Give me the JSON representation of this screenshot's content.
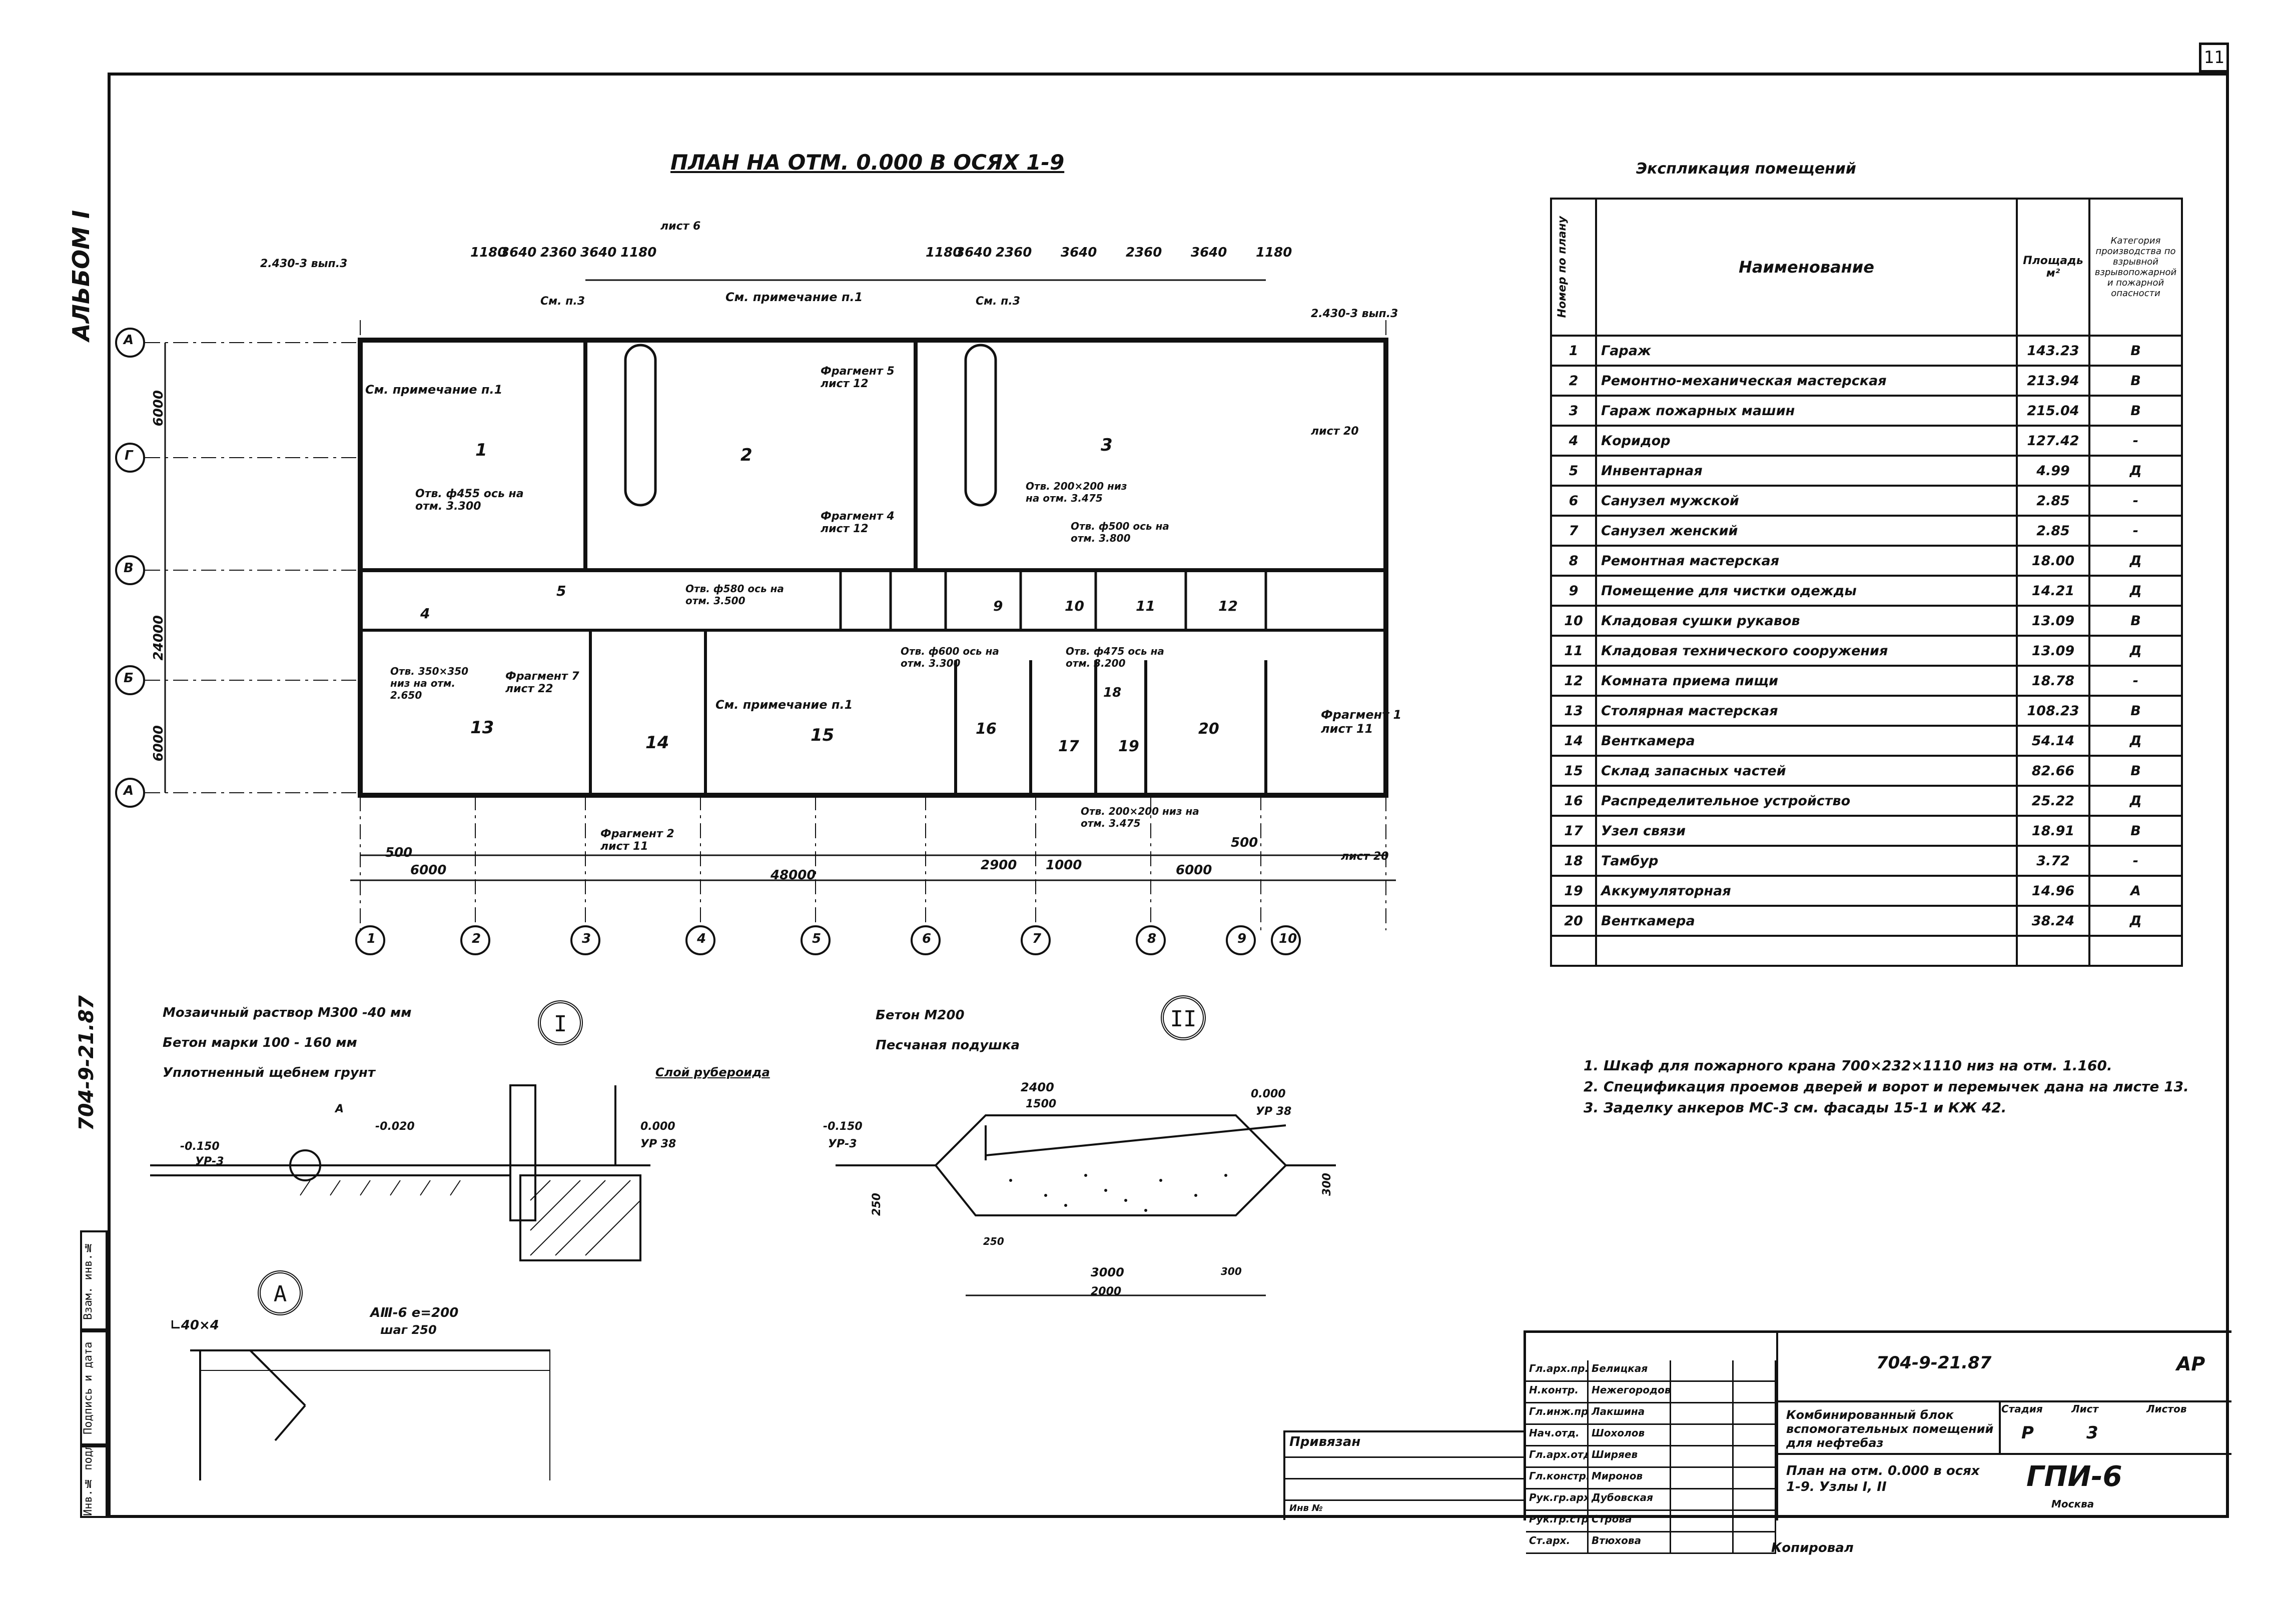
{
  "sheet": {
    "sheet_number": "11",
    "album_label": "АЛЬБОМ I",
    "doc_code_side": "704-9-21.87",
    "copied_label": "Копировал"
  },
  "sidebar_stamps": [
    "Инв.№ подл.",
    "Подпись и дата",
    "Взам. инв.№"
  ],
  "plan": {
    "title": "ПЛАН НА ОТМ. 0.000 В ОСЯХ 1-9",
    "axis_rows": [
      "А",
      "Г",
      "В",
      "Б",
      "А"
    ],
    "axis_cols": [
      "1",
      "2",
      "3",
      "4",
      "5",
      "6",
      "7",
      "8",
      "9",
      "10"
    ],
    "row_dims": [
      "6000",
      "24000",
      "6000"
    ],
    "total_width": "48000",
    "dims_bottom": [
      "6000",
      "2900",
      "1000",
      "6000",
      "500",
      "500"
    ],
    "dims_top": [
      "1180",
      "3640",
      "2360",
      "3640",
      "1180",
      "1180",
      "3640",
      "2360",
      "3640",
      "2360",
      "3640",
      "1180"
    ],
    "rooms": [
      {
        "n": "1"
      },
      {
        "n": "2"
      },
      {
        "n": "3"
      },
      {
        "n": "4"
      },
      {
        "n": "5"
      },
      {
        "n": "9"
      },
      {
        "n": "10"
      },
      {
        "n": "11"
      },
      {
        "n": "12"
      },
      {
        "n": "13"
      },
      {
        "n": "14"
      },
      {
        "n": "15"
      },
      {
        "n": "16"
      },
      {
        "n": "17"
      },
      {
        "n": "18"
      },
      {
        "n": "19"
      },
      {
        "n": "20"
      }
    ],
    "notes": {
      "see_note_1": "См. примечание п.1",
      "see_p3": "См. п.3",
      "hole_455": "Отв. ф455 ось на отм. 3.300",
      "hole_580": "Отв. ф580 ось на отм. 3.500",
      "hole_200": "Отв. 200×200 низ на отм. 3.475",
      "hole_500": "Отв. ф500 ось на отм. 3.800",
      "hole_350": "Отв. 350×350 низ на отм. 2.650",
      "hole_600": "Отв. ф600 ось на отм. 3.300",
      "hole_475": "Отв. ф475 ось на отм. 3.200",
      "hole_200b": "Отв. 200×200 низ на отм. 3.475",
      "ref_2430_1": "2.430-3 вып.3",
      "ref_2430_2": "2.430-3 вып.3",
      "fragment_1": "Фрагмент 1 лист 11",
      "fragment_2": "Фрагмент 2 лист 11",
      "fragment_5": "Фрагмент 5 лист 12",
      "fragment_4": "Фрагмент 4 лист 12",
      "fragment_7": "Фрагмент 7 лист 22",
      "sheet_6": "лист 6",
      "sheet_20": "лист 20"
    }
  },
  "explication": {
    "title": "Экспликация помещений",
    "headers": {
      "num": "Номер по плану",
      "name": "Наименование",
      "area": "Площадь м²",
      "cat": "Категория производства по взрывной взрывопожарной и пожарной опасности"
    },
    "rows": [
      {
        "num": "1",
        "name": "Гараж",
        "area": "143.23",
        "cat": "В"
      },
      {
        "num": "2",
        "name": "Ремонтно-механическая мастерская",
        "area": "213.94",
        "cat": "В"
      },
      {
        "num": "3",
        "name": "Гараж пожарных машин",
        "area": "215.04",
        "cat": "В"
      },
      {
        "num": "4",
        "name": "Коридор",
        "area": "127.42",
        "cat": "-"
      },
      {
        "num": "5",
        "name": "Инвентарная",
        "area": "4.99",
        "cat": "Д"
      },
      {
        "num": "6",
        "name": "Санузел мужской",
        "area": "2.85",
        "cat": "-"
      },
      {
        "num": "7",
        "name": "Санузел женский",
        "area": "2.85",
        "cat": "-"
      },
      {
        "num": "8",
        "name": "Ремонтная мастерская",
        "area": "18.00",
        "cat": "Д"
      },
      {
        "num": "9",
        "name": "Помещение для чистки одежды",
        "area": "14.21",
        "cat": "Д"
      },
      {
        "num": "10",
        "name": "Кладовая сушки рукавов",
        "area": "13.09",
        "cat": "В"
      },
      {
        "num": "11",
        "name": "Кладовая технического сооружения",
        "area": "13.09",
        "cat": "Д"
      },
      {
        "num": "12",
        "name": "Комната приема пищи",
        "area": "18.78",
        "cat": "-"
      },
      {
        "num": "13",
        "name": "Столярная мастерская",
        "area": "108.23",
        "cat": "В"
      },
      {
        "num": "14",
        "name": "Венткамера",
        "area": "54.14",
        "cat": "Д"
      },
      {
        "num": "15",
        "name": "Склад запасных частей",
        "area": "82.66",
        "cat": "В"
      },
      {
        "num": "16",
        "name": "Распределительное устройство",
        "area": "25.22",
        "cat": "Д"
      },
      {
        "num": "17",
        "name": "Узел связи",
        "area": "18.91",
        "cat": "В"
      },
      {
        "num": "18",
        "name": "Тамбур",
        "area": "3.72",
        "cat": "-"
      },
      {
        "num": "19",
        "name": "Аккумуляторная",
        "area": "14.96",
        "cat": "А"
      },
      {
        "num": "20",
        "name": "Венткамера",
        "area": "38.24",
        "cat": "Д"
      },
      {
        "num": "",
        "name": "",
        "area": "",
        "cat": ""
      }
    ]
  },
  "general_notes": [
    "1. Шкаф для пожарного крана 700×232×1110 низ на отм. 1.160.",
    "2. Спецификация проемов дверей и ворот и перемычек дана на листе 13.",
    "3. Заделку анкеров МС-3 см. фасады 15-1 и КЖ 42."
  ],
  "detail_I": {
    "label": "I",
    "layers": [
      "Мозаичный раствор М300 -40 мм",
      "Бетон марки 100 - 160 мм",
      "Уплотненный щебнем грунт"
    ],
    "ruberoid": "Слой рубероида",
    "marks": [
      "-0.150",
      "УР-3",
      "-0.020",
      "0.000",
      "УР 38",
      "А"
    ]
  },
  "detail_II": {
    "label": "II",
    "layers": [
      "Бетон М200",
      "Песчаная подушка"
    ],
    "marks": [
      "-0.150",
      "УР-3",
      "0.000",
      "УР 38"
    ],
    "dims": [
      "2400",
      "1500",
      "250",
      "300",
      "3000",
      "2000",
      "250",
      "300"
    ]
  },
  "detail_A": {
    "label": "А",
    "angle": "∟40×4",
    "rebar": "АⅢ-6 е=200",
    "step": "шаг 250"
  },
  "title_block": {
    "code": "704-9-21.87",
    "mark": "АР",
    "signers": [
      {
        "role": "Гл.арх.пр.",
        "name": "Белицкая"
      },
      {
        "role": "Н.контр.",
        "name": "Нежегородова"
      },
      {
        "role": "Гл.инж.пр.",
        "name": "Лакшина"
      },
      {
        "role": "Нач.отд.",
        "name": "Шохолов"
      },
      {
        "role": "Гл.арх.отд.",
        "name": "Ширяев"
      },
      {
        "role": "Гл.констр.",
        "name": "Миронов"
      },
      {
        "role": "Рук.гр.арх.",
        "name": "Дубовская"
      },
      {
        "role": "Рук.гр.стр.",
        "name": "Строва"
      },
      {
        "role": "Ст.арх.",
        "name": "Втюхова"
      }
    ],
    "project": "Комбинированный блок вспомогательных помещений для нефтебаз",
    "stage_label": "Стадия",
    "sheet_label": "Лист",
    "sheets_label": "Листов",
    "stage": "Р",
    "sheet": "3",
    "sheets": "",
    "drawing_title": "План на отм. 0.000 в осях 1-9. Узлы I, II",
    "org": "ГПИ-6",
    "city": "Москва",
    "privyazan": "Привязан",
    "inv_no": "Инв №"
  }
}
